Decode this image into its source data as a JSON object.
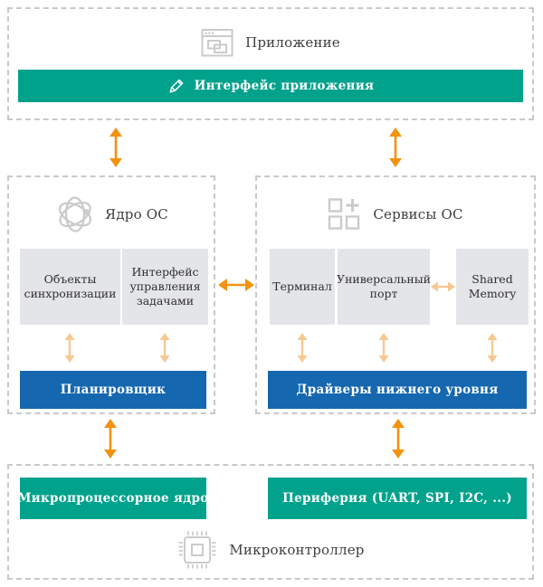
{
  "colors": {
    "teal": "#00A28C",
    "blue": "#1567AF",
    "orange": "#F2920F",
    "pale_orange": "#F8C893",
    "box_gray": "#E4E5E8",
    "border_gray": "#C9C9C9",
    "icon_gray": "#CBCBCB"
  },
  "application": {
    "label": "Приложение",
    "interface_bar_label": "Интерфейс приложения",
    "icon": "app-window-icon",
    "bar_icon": "pencil-icon"
  },
  "kernel": {
    "label": "Ядро ОС",
    "icon": "atom-icon",
    "blocks": [
      "Объекты синхронизации",
      "Интерфейс управления задачами"
    ],
    "bar_label": "Планировщик"
  },
  "services": {
    "label": "Сервисы ОС",
    "icon": "widgets-plus-icon",
    "blocks": [
      "Терминал",
      "Универсальный порт",
      "Shared Memory"
    ],
    "bar_label": "Драйверы нижнего уровня"
  },
  "hardware": {
    "label": "Микроконтроллер",
    "icon": "chip-icon",
    "bars": [
      "Микропроцессорное ядро",
      "Периферия (UART, SPI, I2C, ...)"
    ]
  }
}
